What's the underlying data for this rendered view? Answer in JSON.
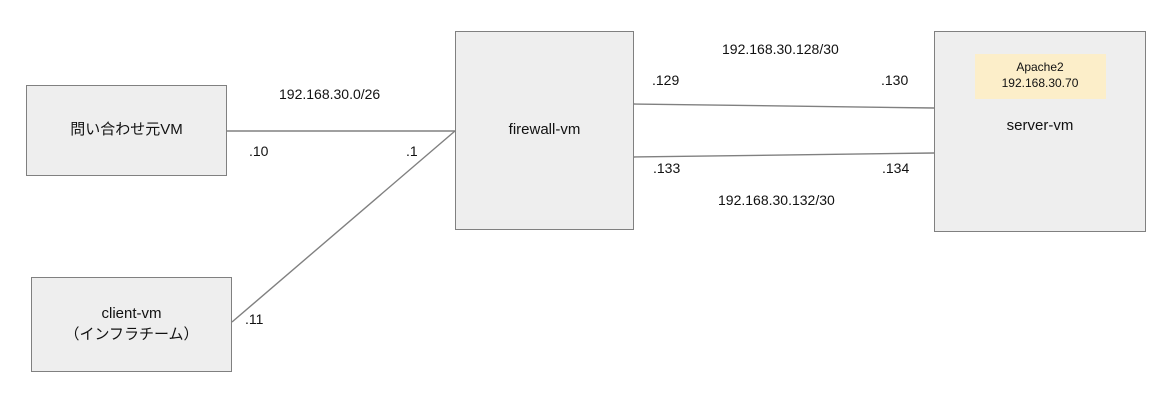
{
  "diagram": {
    "title": "network-topology",
    "background_color": "#ffffff",
    "node_fill": "#eeeeee",
    "node_border": "#808080",
    "service_fill": "#fceec9",
    "edge_color": "#808080"
  },
  "nodes": {
    "source_vm": {
      "label": "問い合わせ元VM"
    },
    "client_vm": {
      "label": "client-vm\n（インフラチーム）",
      "line1": "client-vm",
      "line2": "（インフラチーム）"
    },
    "firewall_vm": {
      "label": "firewall-vm"
    },
    "server_vm": {
      "label": "server-vm",
      "service": {
        "name": "Apache2",
        "ip": "192.168.30.70"
      }
    }
  },
  "networks": {
    "lan": {
      "cidr": "192.168.30.0/26"
    },
    "link_upper": {
      "cidr": "192.168.30.128/30"
    },
    "link_lower": {
      "cidr": "192.168.30.132/30"
    }
  },
  "interfaces": {
    "source_vm_lan": ".10",
    "client_vm_lan": ".11",
    "firewall_lan": ".1",
    "firewall_upper": ".129",
    "firewall_lower": ".133",
    "server_upper": ".130",
    "server_lower": ".134"
  }
}
